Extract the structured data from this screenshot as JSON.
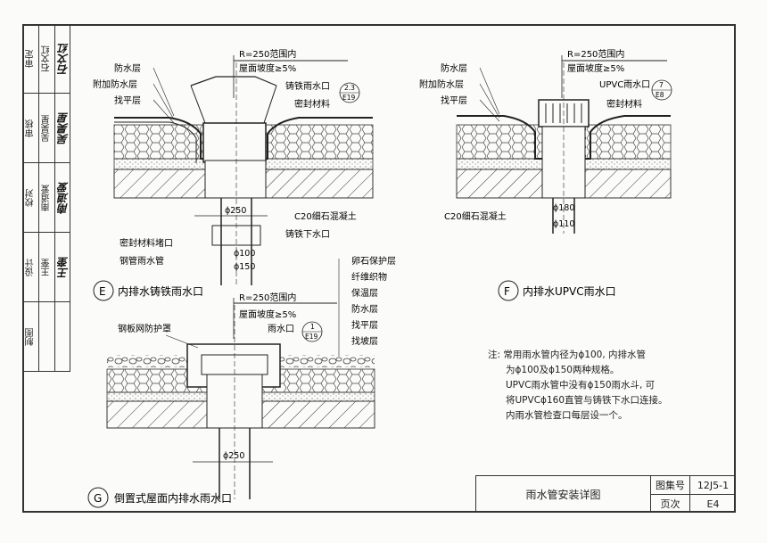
{
  "signatures": [
    {
      "role": "审定",
      "name": "石文红",
      "sign": "石文红"
    },
    {
      "role": "审核",
      "name": "吴昊星",
      "sign": "吴昊星"
    },
    {
      "role": "校对",
      "name": "南道爱",
      "sign": "南道爱"
    },
    {
      "role": "设计",
      "name": "王奎",
      "sign": "王奎"
    },
    {
      "role": "制图",
      "name": "",
      "sign": ""
    }
  ],
  "detail_e": {
    "badge": "E",
    "title": "内排水铸铁雨水口",
    "range": "R=250范围内",
    "slope": "屋面坡度≥5%",
    "layers": [
      "防水层",
      "附加防水层",
      "找平层"
    ],
    "outlet": "铸铁雨水口",
    "ref_top": "2.3",
    "ref_bottom": "E19",
    "seal": "密封材料",
    "concrete": "C20细石混凝土",
    "downpipe": "铸铁下水口",
    "plug": "密封材料堵口",
    "pipe": "钢管雨水管",
    "d250": "ϕ250",
    "d100": "ϕ100",
    "d150": "ϕ150"
  },
  "detail_f": {
    "badge": "F",
    "title": "内排水UPVC雨水口",
    "range": "R=250范围内",
    "slope": "屋面坡度≥5%",
    "layers": [
      "防水层",
      "附加防水层",
      "找平层"
    ],
    "outlet": "UPVC雨水口",
    "ref_top": "7",
    "ref_bottom": "E8",
    "seal": "密封材料",
    "concrete": "C20细石混凝土",
    "d180": "ϕ180",
    "d110": "ϕ110"
  },
  "detail_g": {
    "badge": "G",
    "title": "倒置式屋面内排水雨水口",
    "range": "R=250范围内",
    "slope": "屋面坡度≥5%",
    "guard": "钢板网防护罩",
    "outlet": "雨水口",
    "ref_top": "1",
    "ref_bottom": "E19",
    "layers": [
      "卵石保护层",
      "纤维织物",
      "保温层",
      "防水层",
      "找平层",
      "找坡层"
    ],
    "d250": "ϕ250"
  },
  "notes": {
    "prefix": "注:",
    "lines": [
      "常用雨水管内径为ϕ100, 内排水管",
      "为ϕ100及ϕ150两种规格。",
      "UPVC雨水管中没有ϕ150雨水斗, 可",
      "将UPVCϕ160直管与铸铁下水口连接。",
      "内雨水管检查口每层设一个。"
    ]
  },
  "title_block": {
    "title": "雨水管安装详图",
    "atlas_label": "图集号",
    "atlas_value": "12J5-1",
    "page_label": "页次",
    "page_value": "E4"
  }
}
